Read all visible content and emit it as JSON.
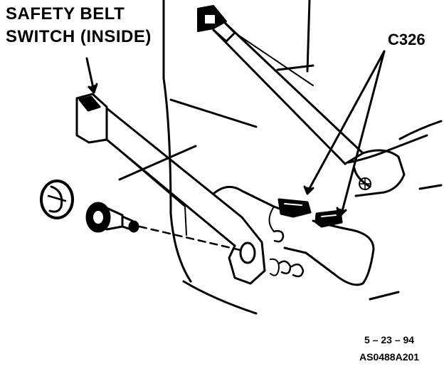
{
  "labels": {
    "switch_line1": "SAFETY BELT",
    "switch_line2": "SWITCH (INSIDE)",
    "connector": "C326",
    "date": "5 – 23 – 94",
    "figure_code": "AS0488A201"
  },
  "colors": {
    "ink": "#000000",
    "paper": "#ffffff"
  }
}
